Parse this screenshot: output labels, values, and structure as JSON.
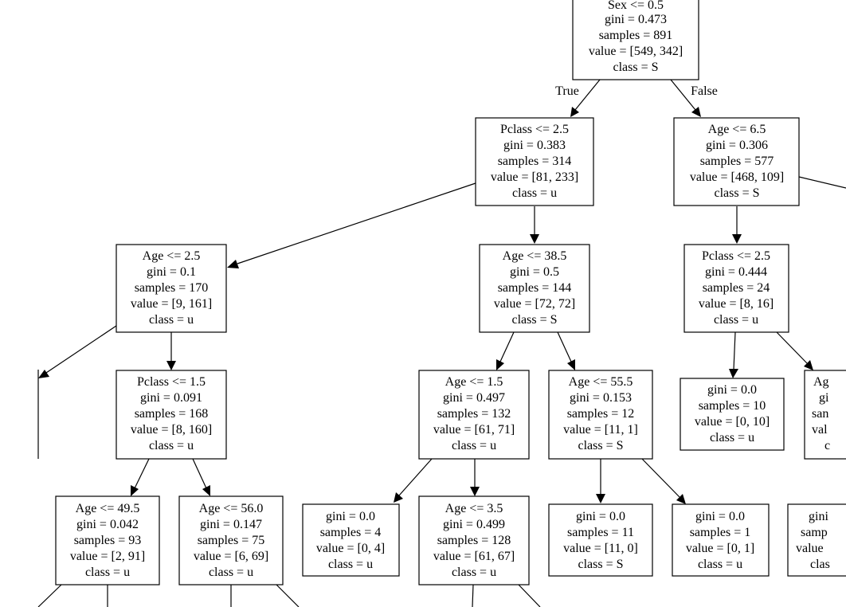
{
  "tree": {
    "nodes": [
      {
        "id": "root",
        "lines": [
          "Sex <= 0.5",
          "gini = 0.473",
          "samples = 891",
          "value = [549, 342]",
          "class = S"
        ]
      },
      {
        "id": "n1",
        "lines": [
          "Pclass <= 2.5",
          "gini = 0.383",
          "samples = 314",
          "value = [81, 233]",
          "class = u"
        ]
      },
      {
        "id": "n2",
        "lines": [
          "Age <= 6.5",
          "gini = 0.306",
          "samples = 577",
          "value = [468, 109]",
          "class = S"
        ]
      },
      {
        "id": "n3",
        "lines": [
          "Age <= 2.5",
          "gini = 0.1",
          "samples = 170",
          "value = [9, 161]",
          "class = u"
        ]
      },
      {
        "id": "n4",
        "lines": [
          "Age <= 38.5",
          "gini = 0.5",
          "samples = 144",
          "value = [72, 72]",
          "class = S"
        ]
      },
      {
        "id": "n5",
        "lines": [
          "Pclass <= 2.5",
          "gini = 0.444",
          "samples = 24",
          "value = [8, 16]",
          "class = u"
        ]
      },
      {
        "id": "n6",
        "lines": [
          "Pclass <= 1.5",
          "gini = 0.091",
          "samples = 168",
          "value = [8, 160]",
          "class = u"
        ]
      },
      {
        "id": "n7",
        "lines": [
          "Age <= 1.5",
          "gini = 0.497",
          "samples = 132",
          "value = [61, 71]",
          "class = u"
        ]
      },
      {
        "id": "n8",
        "lines": [
          "Age <= 55.5",
          "gini = 0.153",
          "samples = 12",
          "value = [11, 1]",
          "class = S"
        ]
      },
      {
        "id": "n9",
        "lines": [
          "gini = 0.0",
          "samples = 10",
          "value = [0, 10]",
          "class = u"
        ]
      },
      {
        "id": "n10",
        "lines": [
          "Ag",
          "gi",
          "san",
          "val",
          "c"
        ]
      },
      {
        "id": "n11",
        "lines": [
          "Age <= 49.5",
          "gini = 0.042",
          "samples = 93",
          "value = [2, 91]",
          "class = u"
        ]
      },
      {
        "id": "n12",
        "lines": [
          "Age <= 56.0",
          "gini = 0.147",
          "samples = 75",
          "value = [6, 69]",
          "class = u"
        ]
      },
      {
        "id": "n13",
        "lines": [
          "gini = 0.0",
          "samples = 4",
          "value = [0, 4]",
          "class = u"
        ]
      },
      {
        "id": "n14",
        "lines": [
          "Age <= 3.5",
          "gini = 0.499",
          "samples = 128",
          "value = [61, 67]",
          "class = u"
        ]
      },
      {
        "id": "n15",
        "lines": [
          "gini = 0.0",
          "samples = 11",
          "value = [11, 0]",
          "class = S"
        ]
      },
      {
        "id": "n16",
        "lines": [
          "gini = 0.0",
          "samples = 1",
          "value = [0, 1]",
          "class = u"
        ]
      },
      {
        "id": "n17",
        "lines": [
          "gini",
          "samp",
          "value",
          "clas"
        ]
      }
    ],
    "edge_labels": {
      "true": "True",
      "false": "False"
    }
  }
}
